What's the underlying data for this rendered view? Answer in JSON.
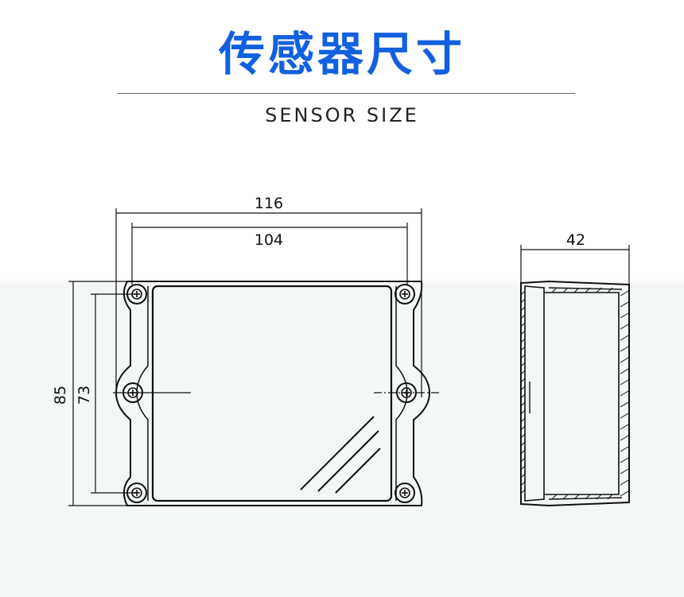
{
  "header": {
    "title": "传感器尺寸",
    "subtitle": "SENSOR SIZE",
    "title_color": "#1260dd"
  },
  "dimensions": {
    "overall_width": "116",
    "hole_spacing_width": "104",
    "overall_height": "85",
    "hole_spacing_height": "73",
    "depth": "42"
  },
  "colors": {
    "line": "#111111",
    "background_lower": "#f3f7f5"
  }
}
